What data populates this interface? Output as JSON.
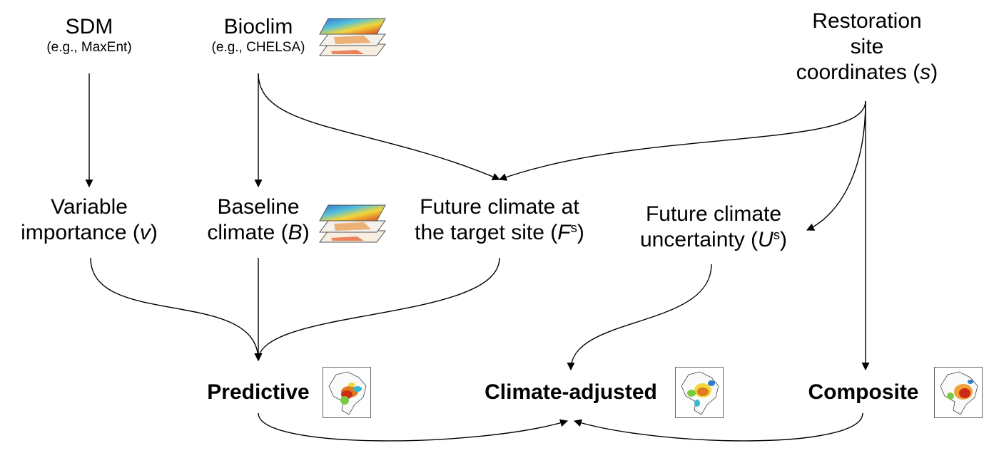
{
  "nodes": {
    "sdm": {
      "title": "SDM",
      "subtitle": "(e.g., MaxEnt)"
    },
    "bioclim": {
      "title": "Bioclim",
      "subtitle": "(e.g., CHELSA)"
    },
    "restoration": {
      "line1": "Restoration",
      "line2": "site",
      "line3_text": "coordinates (",
      "line3_var": "s",
      "line3_close": ")"
    },
    "variable_importance": {
      "line1": "Variable",
      "line2_text": "importance (",
      "line2_var": "v",
      "line2_close": ")"
    },
    "baseline": {
      "line1": "Baseline",
      "line2_text": "climate (",
      "line2_var": "B",
      "line2_close": ")"
    },
    "future_target": {
      "line1": "Future climate at",
      "line2_text": "the target site (",
      "line2_var": "F",
      "line2_sup": "s",
      "line2_close": ")"
    },
    "future_uncertainty": {
      "line1": "Future climate",
      "line2_text": "uncertainty (",
      "line2_var": "U",
      "line2_sup": "s",
      "line2_close": ")"
    }
  },
  "outputs": {
    "predictive": "Predictive",
    "climate_adjusted": "Climate-adjusted",
    "composite": "Composite"
  },
  "icons": {
    "climate_layers": "stacked-raster-layers-icon",
    "suitability_map": "brazil-suitability-map-icon"
  },
  "colors": {
    "arrow": "#000000",
    "heat_low": "#2e7dd1",
    "heat_mid": "#f2d22b",
    "heat_high": "#d8321a"
  }
}
